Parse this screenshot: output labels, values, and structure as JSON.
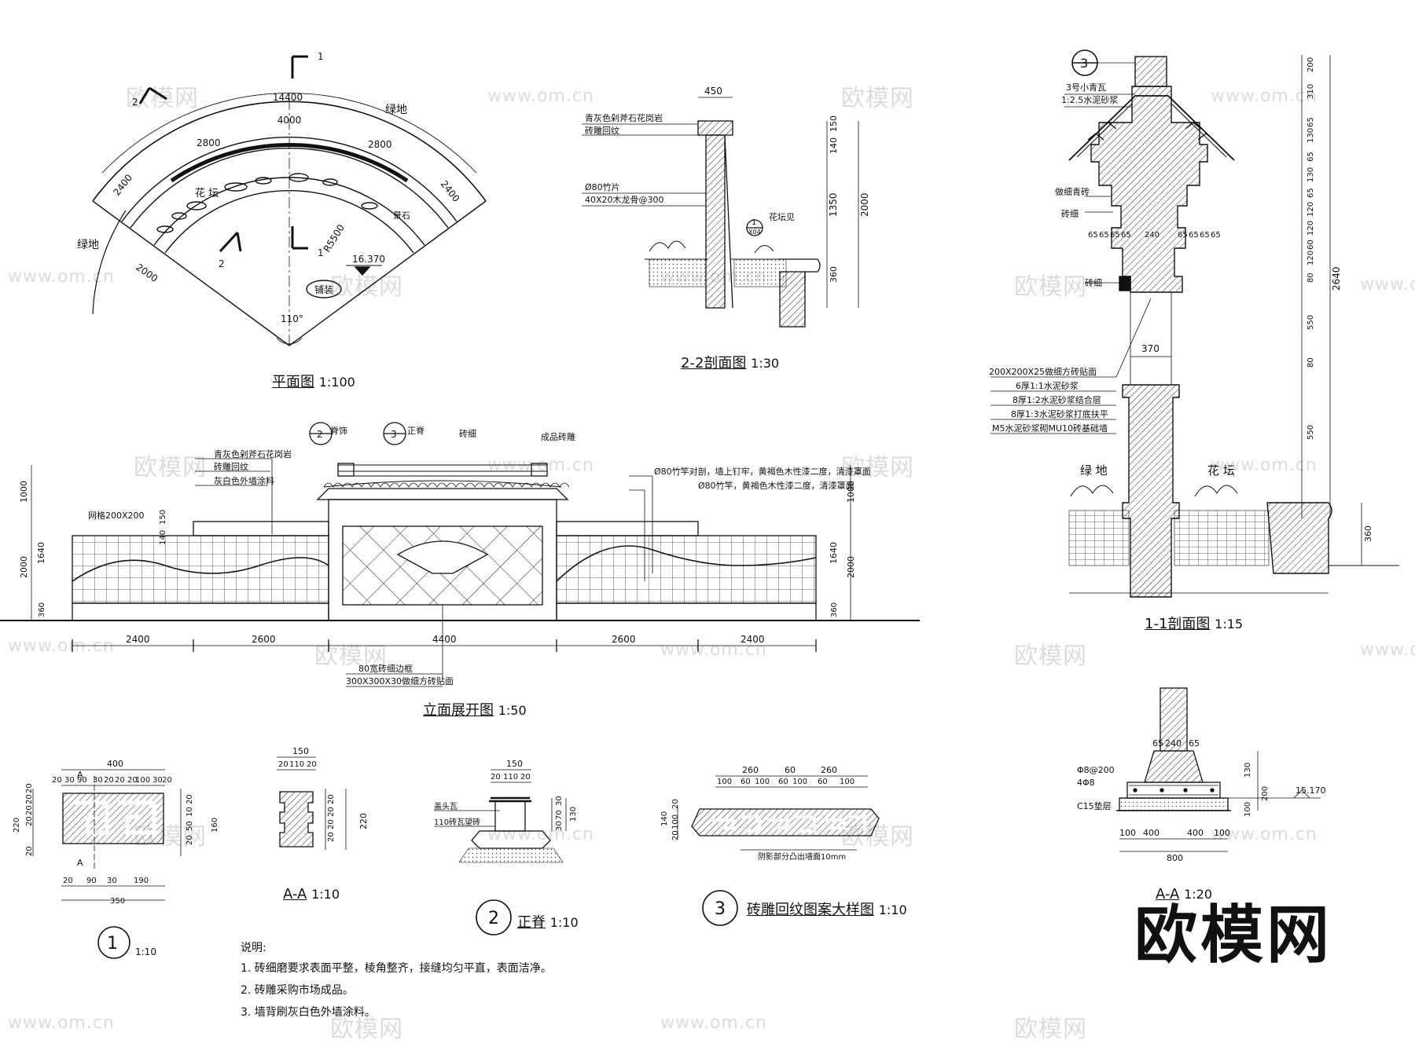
{
  "titles": {
    "plan": "平面图",
    "plan_scale": "1:100",
    "sec22": "2-2剖面图",
    "sec22_scale": "1:30",
    "sec11": "1-1剖面图",
    "sec11_scale": "1:15",
    "elev": "立面展开图",
    "elev_scale": "1:50",
    "d1_scale": "1:10",
    "aa1": "A-A",
    "aa1_scale": "1:10",
    "d2": "正脊",
    "d2_scale": "1:10",
    "d3": "砖雕回纹图案大样图",
    "d3_scale": "1:10",
    "aa2": "A-A",
    "aa2_scale": "1:20"
  },
  "plan": {
    "dim_total": "14400",
    "dim_center": "4000",
    "dim_l": "2800",
    "dim_r": "2800",
    "dim_side_l": "2400",
    "dim_side_r": "2400",
    "dim_low": "2000",
    "radius": "R5500",
    "angle": "110°",
    "elevation": "16.370",
    "green_l": "绿地",
    "green_r": "绿地",
    "bed": "花 坛",
    "stone": "景石",
    "paving": "铺装",
    "cut1": "1",
    "cut2": "2"
  },
  "sec22": {
    "w": "450",
    "dims": [
      "150",
      "140",
      "1350",
      "2000",
      "360"
    ],
    "labels": [
      "青灰色剁斧石花岗岩",
      "砖雕回纹",
      "Ø80竹片",
      "40X20木龙骨@300",
      "花坛见"
    ],
    "ref_top": "1",
    "ref_bot": "X04"
  },
  "sec11": {
    "ref": "3",
    "labels_top": [
      "3号小青瓦",
      "1:2.5水泥砂浆"
    ],
    "labels_mid": [
      "做细青砖",
      "砖细",
      "砖细"
    ],
    "labels_low": [
      "200X200X25做细方砖贴面",
      "6厚1:1水泥砂浆",
      "8厚1:2水泥砂浆结合层",
      "8厚1:3水泥砂浆打底扶平",
      "M5水泥砂浆砌MU10砖基础墙"
    ],
    "dims_right": [
      "200",
      "310",
      "65",
      "130",
      "65",
      "130",
      "65",
      "120",
      "120",
      "60",
      "120",
      "80",
      "550",
      "80",
      "550"
    ],
    "total": "2640",
    "row": [
      "65",
      "65",
      "65",
      "65",
      "240",
      "65",
      "65",
      "65",
      "65"
    ],
    "w370": "370",
    "h360": "360",
    "green": "绿 地",
    "bed": "花 坛"
  },
  "elev": {
    "callouts": [
      "脊饰",
      "正脊",
      "砖细",
      "成品砖雕"
    ],
    "ref_a": "2",
    "ref_b": "3",
    "left_labels": [
      "青灰色剁斧石花岗岩",
      "砖雕回纹",
      "灰白色外墙涂料"
    ],
    "mesh": "网格200X200",
    "right_labels": [
      "Ø80竹竿对剖，墙上钉牢，黄褐色木性漆二度，清漆罩面",
      "Ø80竹竿，黄褐色木性漆二度，清漆罩面"
    ],
    "dims_left": [
      "1000",
      "150",
      "140",
      "1640",
      "2000",
      "360"
    ],
    "dims_right": [
      "1000",
      "1640",
      "2000",
      "360"
    ],
    "dims_bottom": [
      "2400",
      "2600",
      "4400",
      "2600",
      "2400"
    ],
    "bottom_labels": [
      "80宽砖细边框",
      "300X300X30做细方砖贴面"
    ]
  },
  "d1": {
    "top": [
      "400"
    ],
    "row": [
      "20",
      "30",
      "90",
      "30",
      "20",
      "20",
      "20",
      "100",
      "30",
      "20"
    ],
    "bot": [
      "20",
      "90",
      "30",
      "190",
      "350"
    ],
    "side_l": [
      "220",
      "20",
      "20",
      "20",
      "20",
      "20"
    ],
    "side_r": [
      "20",
      "10",
      "50",
      "20",
      "160"
    ],
    "cut": "A",
    "num": "1"
  },
  "aa1": {
    "w": "150",
    "row": [
      "20",
      "110",
      "20"
    ],
    "h": "220",
    "side": [
      "20",
      "20",
      "20",
      "20"
    ]
  },
  "d2": {
    "w": "150",
    "row": [
      "20",
      "110",
      "20"
    ],
    "labels": [
      "盖头瓦",
      "110砖瓦望砖"
    ],
    "side": [
      "30",
      "70",
      "30",
      "130"
    ],
    "num": "2"
  },
  "d3": {
    "top": [
      "260",
      "60",
      "260"
    ],
    "row": [
      "100",
      "60",
      "100",
      "60",
      "100",
      "60",
      "100"
    ],
    "side": [
      "140",
      "20",
      "100",
      "20"
    ],
    "label": "阴影部分凸出墙面10mm",
    "num": "3"
  },
  "aa2": {
    "top": [
      "65",
      "240",
      "65"
    ],
    "labels": [
      "Φ8@200",
      "4Φ8",
      "C15垫层"
    ],
    "side": [
      "130",
      "200",
      "100"
    ],
    "bot": [
      "100",
      "400",
      "400",
      "100"
    ],
    "total": "800",
    "elevation": "15.170"
  },
  "notes": {
    "head": "说明:",
    "items": [
      "1.  砖细磨要求表面平整，棱角整齐，接缝均匀平直，表面洁净。",
      "2.  砖雕采购市场成品。",
      "3.  墙背刷灰白色外墙涂料。"
    ]
  },
  "watermark": {
    "site": "www.om.cn",
    "mark": "欧模网",
    "big": "欧模网"
  }
}
